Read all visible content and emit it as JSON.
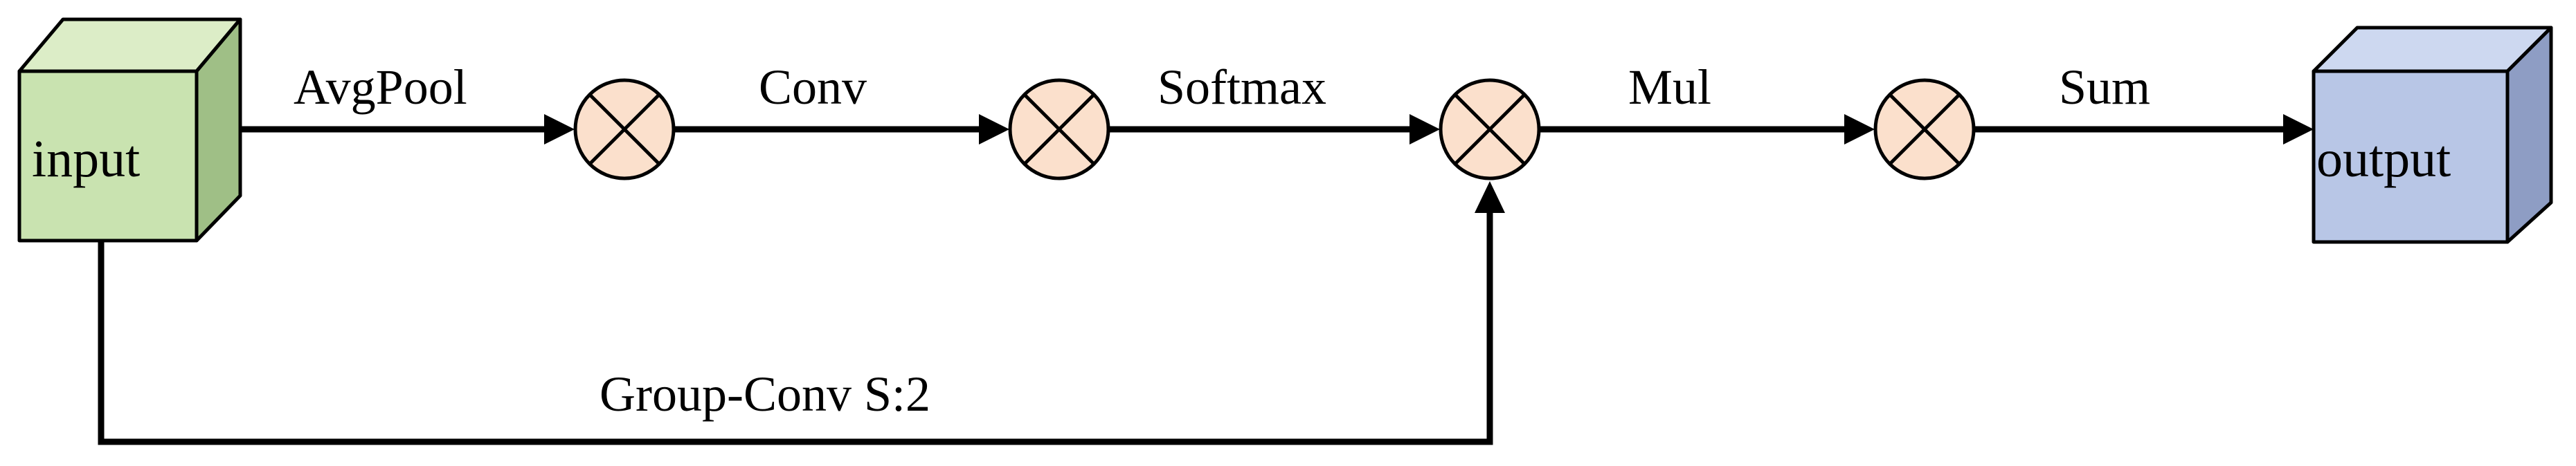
{
  "diagram": {
    "nodes": {
      "input": {
        "label": "input"
      },
      "output": {
        "label": "output"
      }
    },
    "edges": {
      "avgpool": "AvgPool",
      "conv": "Conv",
      "softmax": "Softmax",
      "mul": "Mul",
      "sum": "Sum",
      "group_conv": "Group-Conv S:2"
    },
    "operator_symbol": "multiply",
    "colors": {
      "input_front": "#c9e3b0",
      "input_top": "#dcedc7",
      "input_side": "#9fbf86",
      "output_front": "#b8c6e6",
      "output_top": "#cdd8f0",
      "output_side": "#8e9dc4",
      "operator_fill": "#fbe0cc",
      "line": "#000000"
    }
  }
}
